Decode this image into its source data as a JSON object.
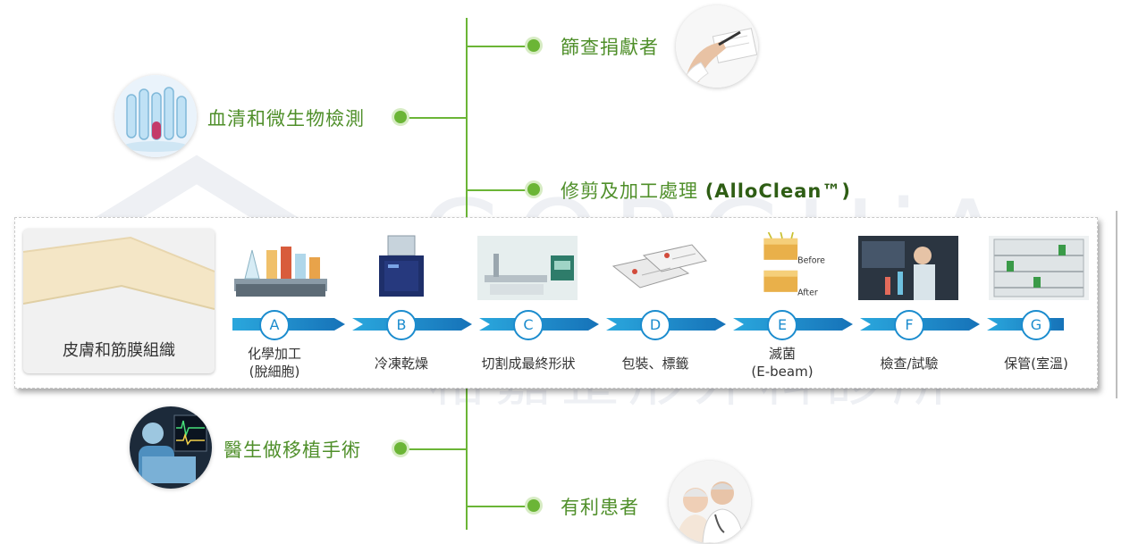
{
  "timeline": {
    "top_items": [
      {
        "label": "篩查捐獻者"
      },
      {
        "label": "血清和微生物檢測"
      },
      {
        "label": "修剪及加工處理",
        "trademark": "(AlloClean™)"
      }
    ],
    "bottom_items": [
      {
        "label": "醫生做移植手術"
      },
      {
        "label": "有利患者"
      }
    ]
  },
  "tissue": {
    "label": "皮膚和筋膜組織"
  },
  "steps": [
    {
      "letter": "A",
      "line1": "化學加工",
      "line2": "(脫細胞)"
    },
    {
      "letter": "B",
      "line1": "冷凍乾燥",
      "line2": ""
    },
    {
      "letter": "C",
      "line1": "切割成最終形狀",
      "line2": ""
    },
    {
      "letter": "D",
      "line1": "包裝、標籤",
      "line2": ""
    },
    {
      "letter": "E",
      "line1": "滅菌",
      "line2": "(E-beam)"
    },
    {
      "letter": "F",
      "line1": "檢查/試驗",
      "line2": ""
    },
    {
      "letter": "G",
      "line1": "保管(室溫)",
      "line2": ""
    }
  ],
  "sterilization": {
    "before": "Before",
    "after": "After"
  },
  "watermark": {
    "latin": "GORGHiA",
    "cjk": "格嘉整形外科診所"
  },
  "colors": {
    "accent_green": "#6bb536",
    "label_green": "#4f8f2a",
    "step_blue": "#1b8cce"
  }
}
